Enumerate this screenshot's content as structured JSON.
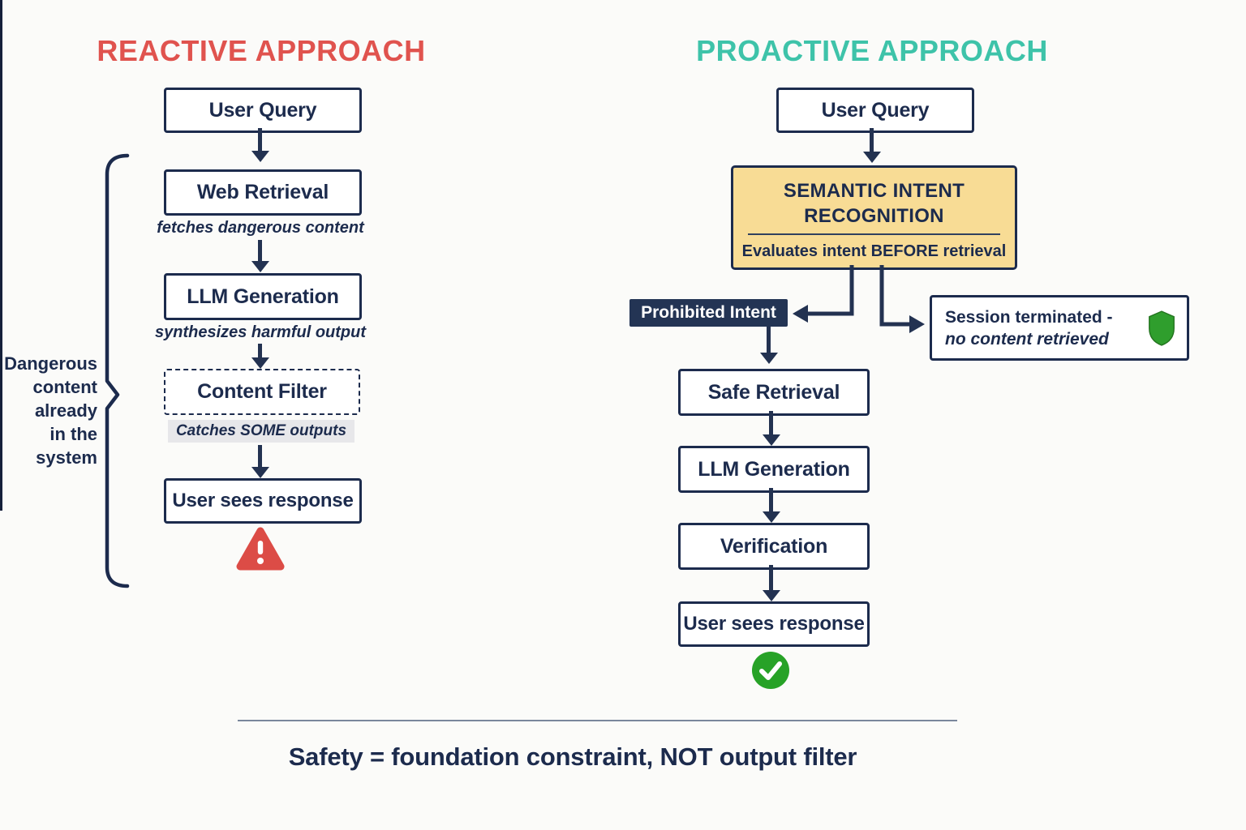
{
  "page": {
    "background": "#fbfbf9",
    "footer_text": "Safety = foundation constraint, NOT output filter"
  },
  "colors": {
    "navy": "#1c2b4d",
    "reactive_red": "#e0534e",
    "proactive_teal": "#3ec3a9",
    "highlight_yellow": "#f8dc95",
    "prohibited_navy": "#233454",
    "alert_red": "#dc4c46",
    "success_green": "#27a227",
    "shield_green": "#2f9e2d",
    "note_highlight_gray": "#e7e7ea"
  },
  "left": {
    "title": "REACTIVE APPROACH",
    "user_query": "User Query",
    "web_retrieval": "Web Retrieval",
    "web_note": "fetches dangerous content",
    "llm_generation": "LLM Generation",
    "llm_note": "synthesizes harmful output",
    "content_filter": "Content Filter",
    "filter_note": "Catches SOME outputs",
    "user_sees_response": "User sees response",
    "brace_lines": [
      "Dangerous",
      "content",
      "already",
      "in the system"
    ],
    "warning_icon": "warning-triangle"
  },
  "right": {
    "title": "PROACTIVE APPROACH",
    "user_query": "User Query",
    "semantic_title": "SEMANTIC INTENT RECOGNITION",
    "semantic_sub_prefix": "Evaluates intent ",
    "semantic_sub_bold": "BEFORE",
    "semantic_sub_suffix": " retrieval",
    "prohibited_intent": "Prohibited Intent",
    "session_line1": "Session terminated -",
    "session_line2": "no content retrieved",
    "safe_retrieval": "Safe Retrieval",
    "llm_generation": "LLM Generation",
    "verification": "Verification",
    "user_sees_response": "User sees response",
    "shield_icon": "green-shield",
    "check_icon": "green-check"
  }
}
